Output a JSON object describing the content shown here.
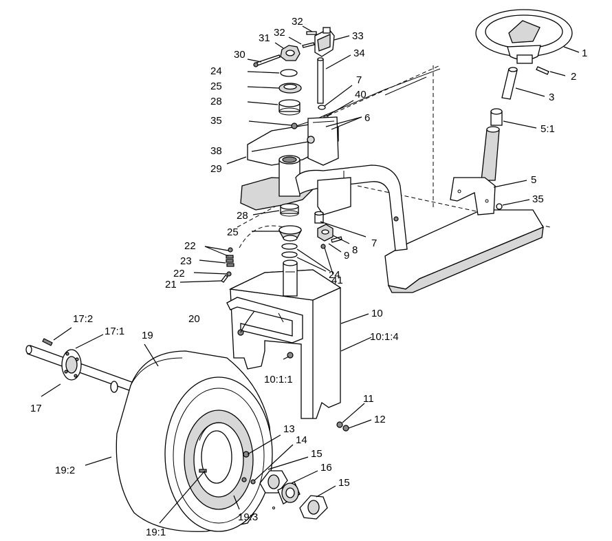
{
  "callouts": {
    "c1": "1",
    "c2": "2",
    "c3": "3",
    "c5_1": "5:1",
    "c5": "5",
    "c35b": "35",
    "c32a": "32",
    "c32b": "32",
    "c33": "33",
    "c31": "31",
    "c30": "30",
    "c34": "34",
    "c24a": "24",
    "c25a": "25",
    "c28a": "28",
    "c35a": "35",
    "c7a": "7",
    "c40": "40",
    "c6": "6",
    "c38": "38",
    "c29": "29",
    "c28b": "28",
    "c25b": "25",
    "c7b": "7",
    "c8": "8",
    "c9": "9",
    "c22a": "22",
    "c23": "23",
    "c22b": "22",
    "c21": "21",
    "c24b": "24",
    "c41": "41",
    "c10": "10",
    "c10_1_4": "10:1:4",
    "c20": "20",
    "c10_1_1": "10:1:1",
    "c17_2": "17:2",
    "c17_1": "17:1",
    "c19": "19",
    "c17": "17",
    "c11": "11",
    "c12": "12",
    "c13": "13",
    "c14": "14",
    "c15a": "15",
    "c16": "16",
    "c15b": "15",
    "c19_2": "19:2",
    "c19_1": "19:1",
    "c19_3": "19:3"
  }
}
